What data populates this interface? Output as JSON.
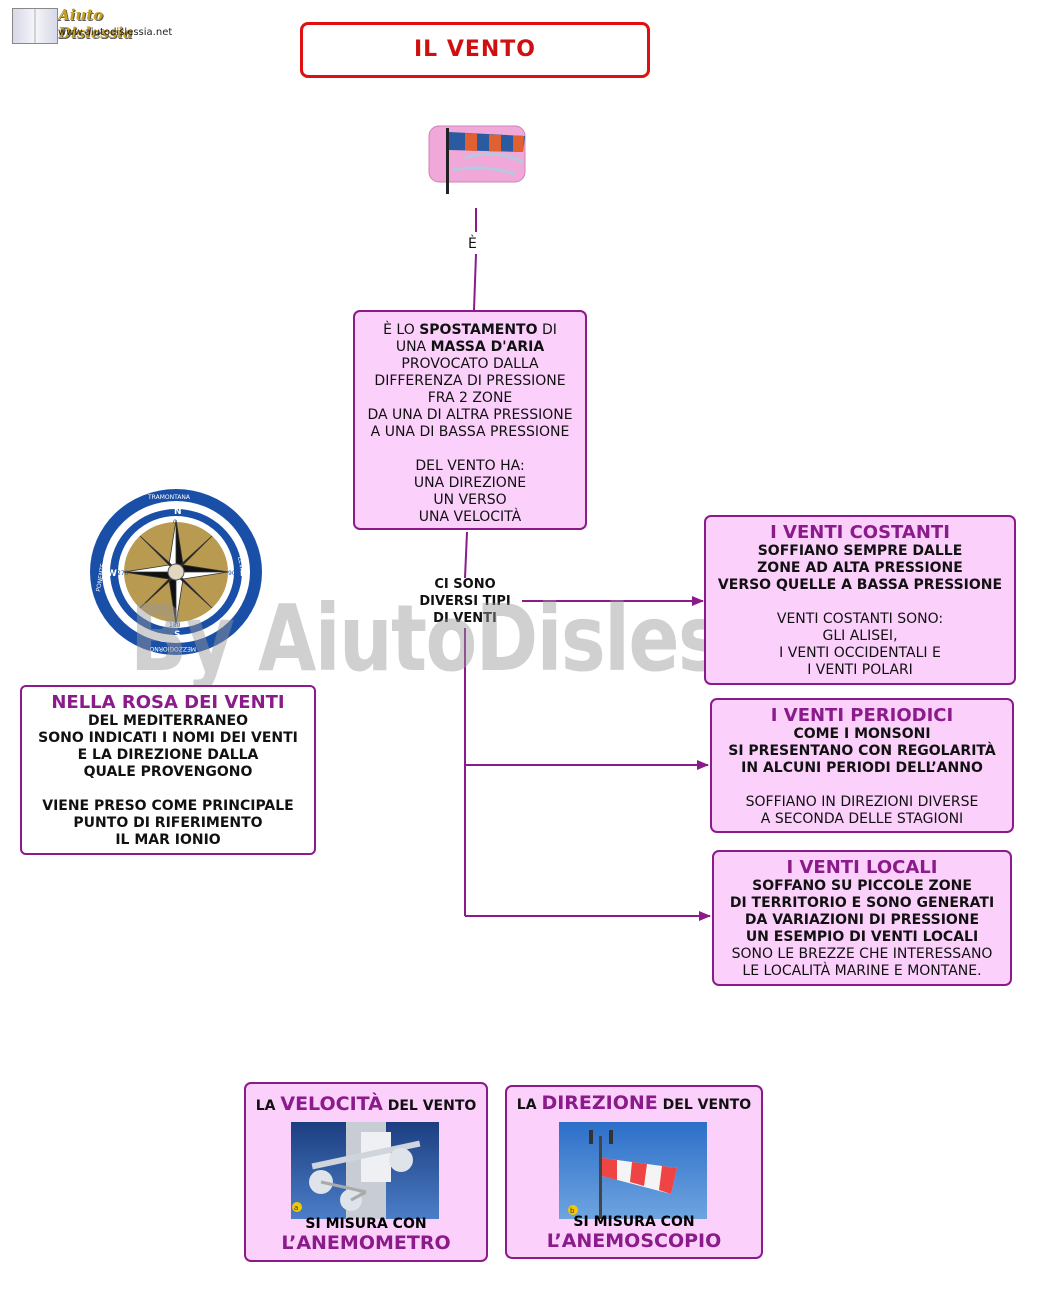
{
  "logo": {
    "brand": "Aiuto Dislessia",
    "url": "www.aiutodislessia.net"
  },
  "title": "IL VENTO",
  "connector_e": "È",
  "main_box": {
    "line1_a": "È LO ",
    "line1_b": "SPOSTAMENTO",
    "line1_c": " DI",
    "line2_a": "UNA ",
    "line2_b": "MASSA D'ARIA",
    "line3": "PROVOCATO DALLA",
    "line4": "DIFFERENZA DI PRESSIONE",
    "line5": "FRA 2 ZONE",
    "line6": "DA UNA DI ALTRA PRESSIONE",
    "line7": "A UNA DI BASSA PRESSIONE",
    "line8": "DEL VENTO HA:",
    "line9": "UNA DIREZIONE",
    "line10": "UN VERSO",
    "line11": "UNA VELOCITÀ"
  },
  "types_label": {
    "l1": "CI SONO",
    "l2": "DIVERSI TIPI",
    "l3": "DI VENTI"
  },
  "constant": {
    "title": "I VENTI COSTANTI",
    "b1": "SOFFIANO SEMPRE DALLE",
    "b2": "ZONE AD ALTA PRESSIONE",
    "b3": "VERSO QUELLE A BASSA PRESSIONE",
    "n1": "VENTI COSTANTI SONO:",
    "n2": "GLI ALISEI,",
    "n3": "I VENTI OCCIDENTALI E",
    "n4": "I VENTI POLARI"
  },
  "periodic": {
    "title": "I VENTI PERIODICI",
    "b1": "COME I MONSONI",
    "b2": "SI PRESENTANO CON REGOLARITÀ",
    "b3": "IN ALCUNI PERIODI DELL’ANNO",
    "n1": "SOFFIANO IN DIREZIONI DIVERSE",
    "n2": "A SECONDA DELLE STAGIONI"
  },
  "local": {
    "title": "I VENTI LOCALI",
    "b1": "SOFFANO SU PICCOLE ZONE",
    "b2": "DI TERRITORIO E SONO GENERATI",
    "b3": "DA VARIAZIONI DI PRESSIONE",
    "b4": "UN ESEMPIO DI VENTI LOCALI",
    "n1": "SONO LE BREZZE CHE INTERESSANO",
    "n2": "LE LOCALITÀ MARINE E MONTANE."
  },
  "rose": {
    "title": "NELLA ROSA DEI VENTI",
    "l1": "DEL MEDITERRANEO",
    "l2": "SONO INDICATI I NOMI DEI VENTI",
    "l3": "E LA DIREZIONE DALLA",
    "l4": "QUALE PROVENGONO",
    "l5": "VIENE PRESO COME PRINCIPALE",
    "l6": "PUNTO DI RIFERIMENTO",
    "l7": "IL MAR IONIO",
    "compass_n": "N",
    "compass_s": "S",
    "compass_e": "E",
    "compass_w": "W",
    "compass_0": "0",
    "compass_90": "90",
    "compass_180": "180",
    "compass_270": "270",
    "tramontana": "TRAMONTANA",
    "levante": "LEVANTE",
    "ponente": "PONENTE",
    "mezzogiorno": "MEZZOGIORNO"
  },
  "speed": {
    "pre": "LA ",
    "key": "VELOCITÀ",
    "post": " DEL VENTO",
    "c1": "SI MISURA CON",
    "c2": "L’ANEMOMETRO",
    "badge": "a"
  },
  "direction": {
    "pre": "LA ",
    "key": "DIREZIONE",
    "post": " DEL VENTO",
    "c1": "SI MISURA CON",
    "c2": "L’ANEMOSCOPIO",
    "badge": "b"
  },
  "watermark": "By AiutoDislessia.net",
  "colors": {
    "box_fill": "#fbd0fb",
    "box_border": "#8b1a8b",
    "title_red": "#e01010",
    "arrow": "#8b1a8b"
  }
}
